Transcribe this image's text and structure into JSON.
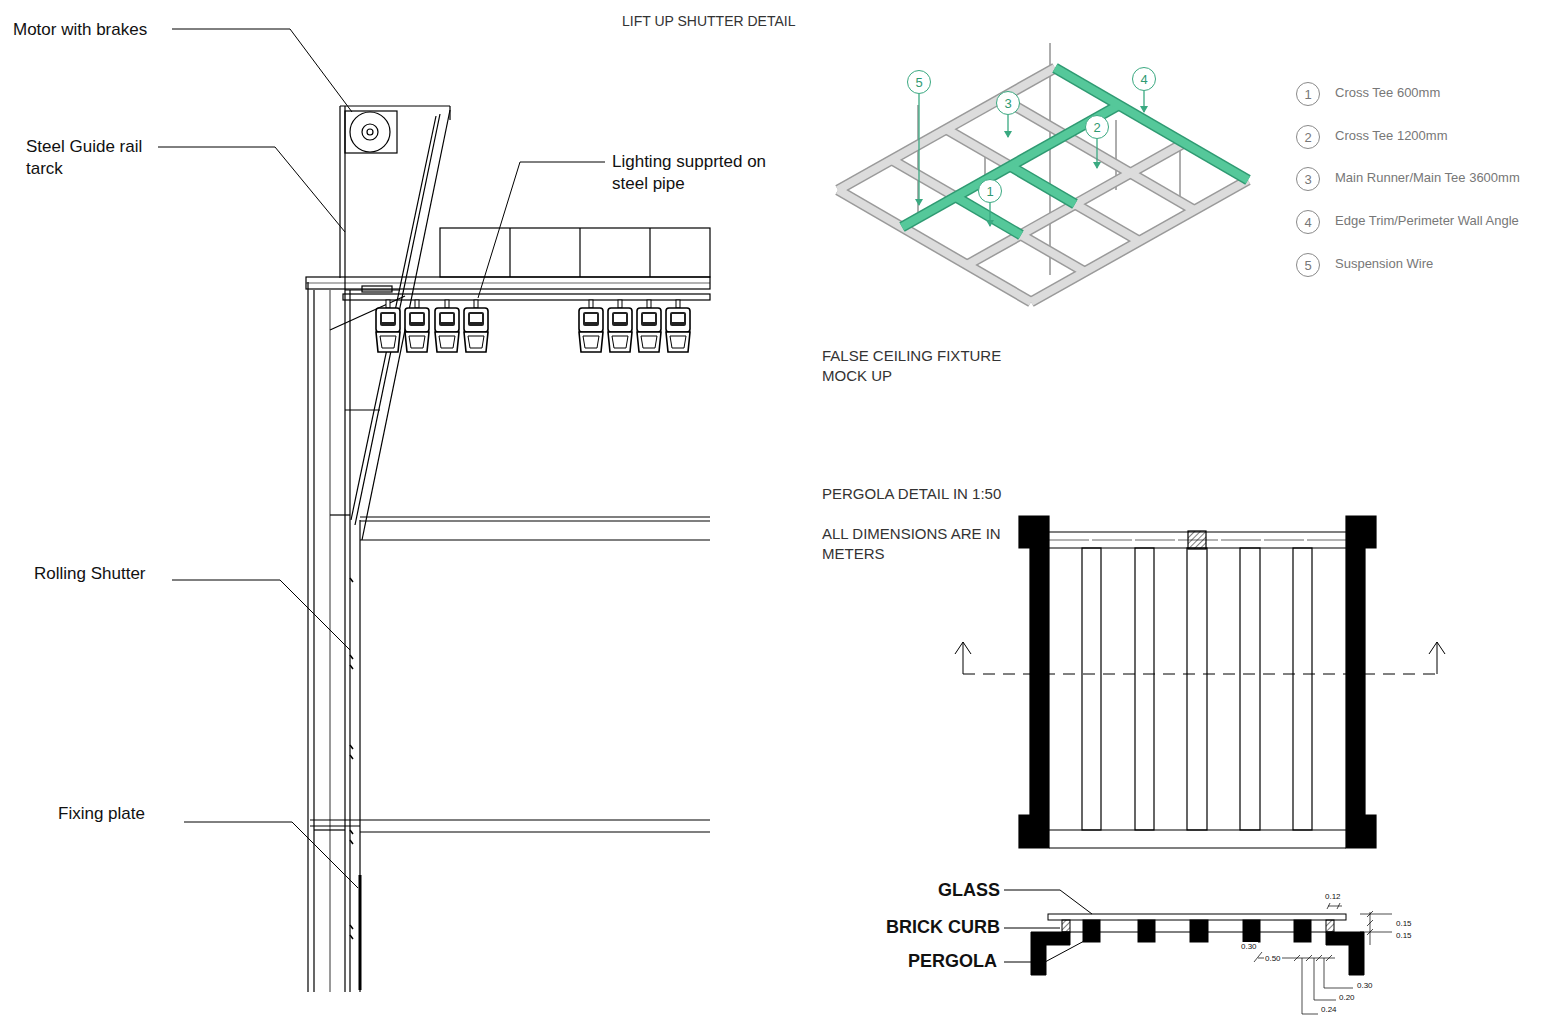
{
  "diagram": {
    "title": "LIFT UP SHUTTER DETAIL",
    "nodes": [
      {
        "text": [
          "5"
        ]
      },
      {
        "text": [
          "3"
        ]
      },
      {
        "text": [
          "4"
        ]
      },
      {
        "text": [
          "2"
        ]
      },
      {
        "text": [
          "1"
        ]
      },
      {
        "text": [
          "1"
        ]
      },
      {
        "text": [
          "2"
        ]
      },
      {
        "text": [
          "3"
        ]
      },
      {
        "text": [
          "4"
        ]
      },
      {
        "text": [
          "5"
        ]
      }
    ],
    "labels": [
      "Motor with brakes",
      "Steel Guide rail tarck",
      "Lighting supprted on steel pipe",
      "Rolling Shutter",
      "Fixing plate",
      "FALSE CEILING FIXTURE MOCK UP",
      "PERGOLA DETAIL IN 1:50",
      "ALL DIMENSIONS ARE IN METERS",
      "GLASS",
      "BRICK CURB",
      "PERGOLA",
      "0.12",
      "0.15",
      "0.15",
      "0.30",
      "0.50",
      "0.30",
      "0.20",
      "0.24"
    ],
    "legend": [
      {
        "text": "Cross Tee 600mm"
      },
      {
        "text": "Cross Tee 1200mm"
      },
      {
        "text": "Main Runner/Main Tee 3600mm"
      },
      {
        "text": "Edge Trim/Perimeter Wall Angle"
      },
      {
        "text": "Suspension Wire"
      }
    ]
  }
}
